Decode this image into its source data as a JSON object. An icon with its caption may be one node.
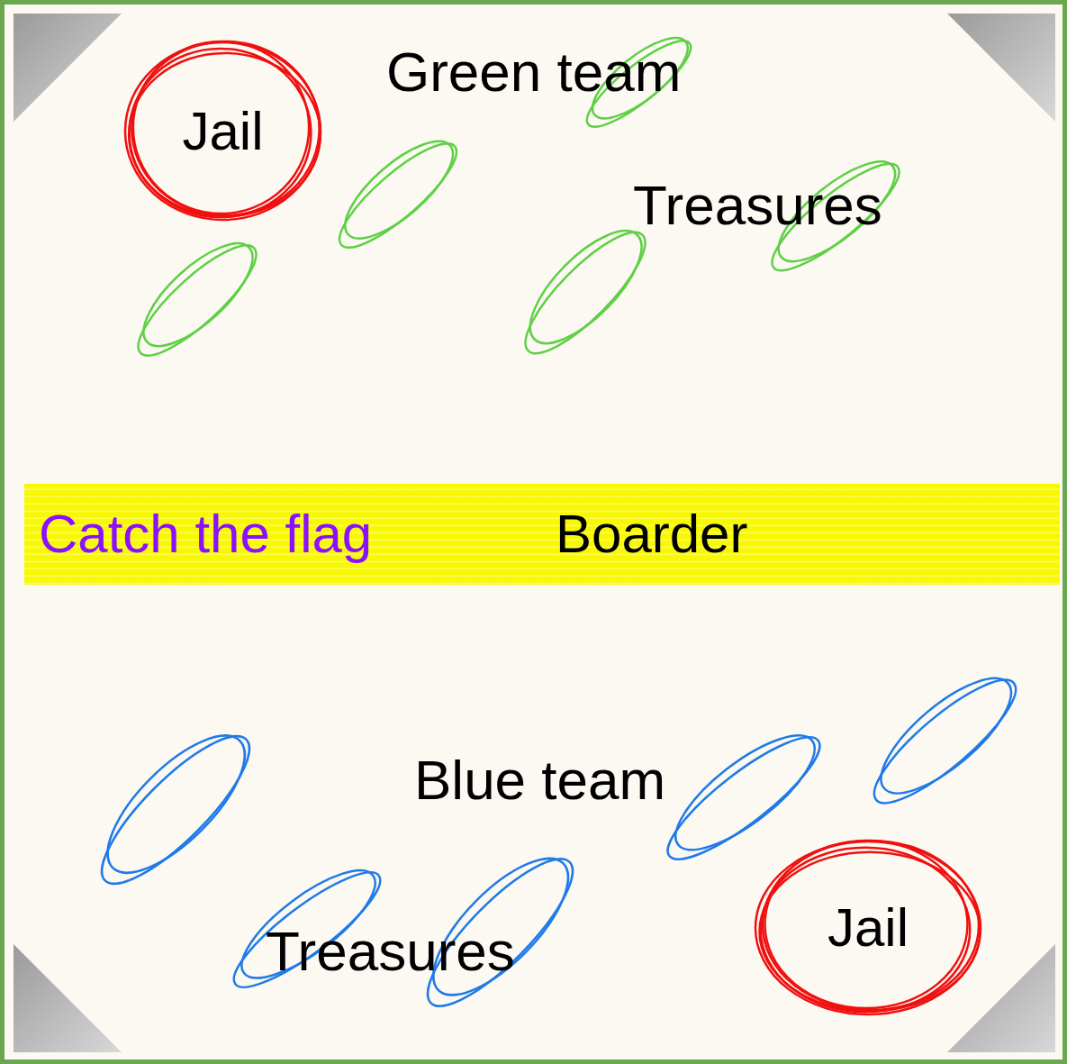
{
  "diagram": {
    "nodes": [
      {
        "text": [
          "Jail"
        ]
      },
      {
        "text": [],
        "shape": "ellipse"
      },
      {
        "text": [],
        "shape": "ellipse"
      },
      {
        "text": [],
        "shape": "ellipse"
      },
      {
        "text": [],
        "shape": "ellipse"
      },
      {
        "text": [],
        "shape": "ellipse"
      },
      {
        "text": [
          "Catch the flag",
          "Boarder"
        ]
      },
      {
        "text": [],
        "shape": "ellipse"
      },
      {
        "text": [],
        "shape": "ellipse"
      },
      {
        "text": [],
        "shape": "ellipse"
      },
      {
        "text": [
          "Jail"
        ]
      },
      {
        "text": [],
        "shape": "ellipse"
      },
      {
        "text": [],
        "shape": "ellipse"
      }
    ],
    "labels": [
      "Green team",
      "Treasures",
      "Blue team",
      "Treasures"
    ]
  }
}
